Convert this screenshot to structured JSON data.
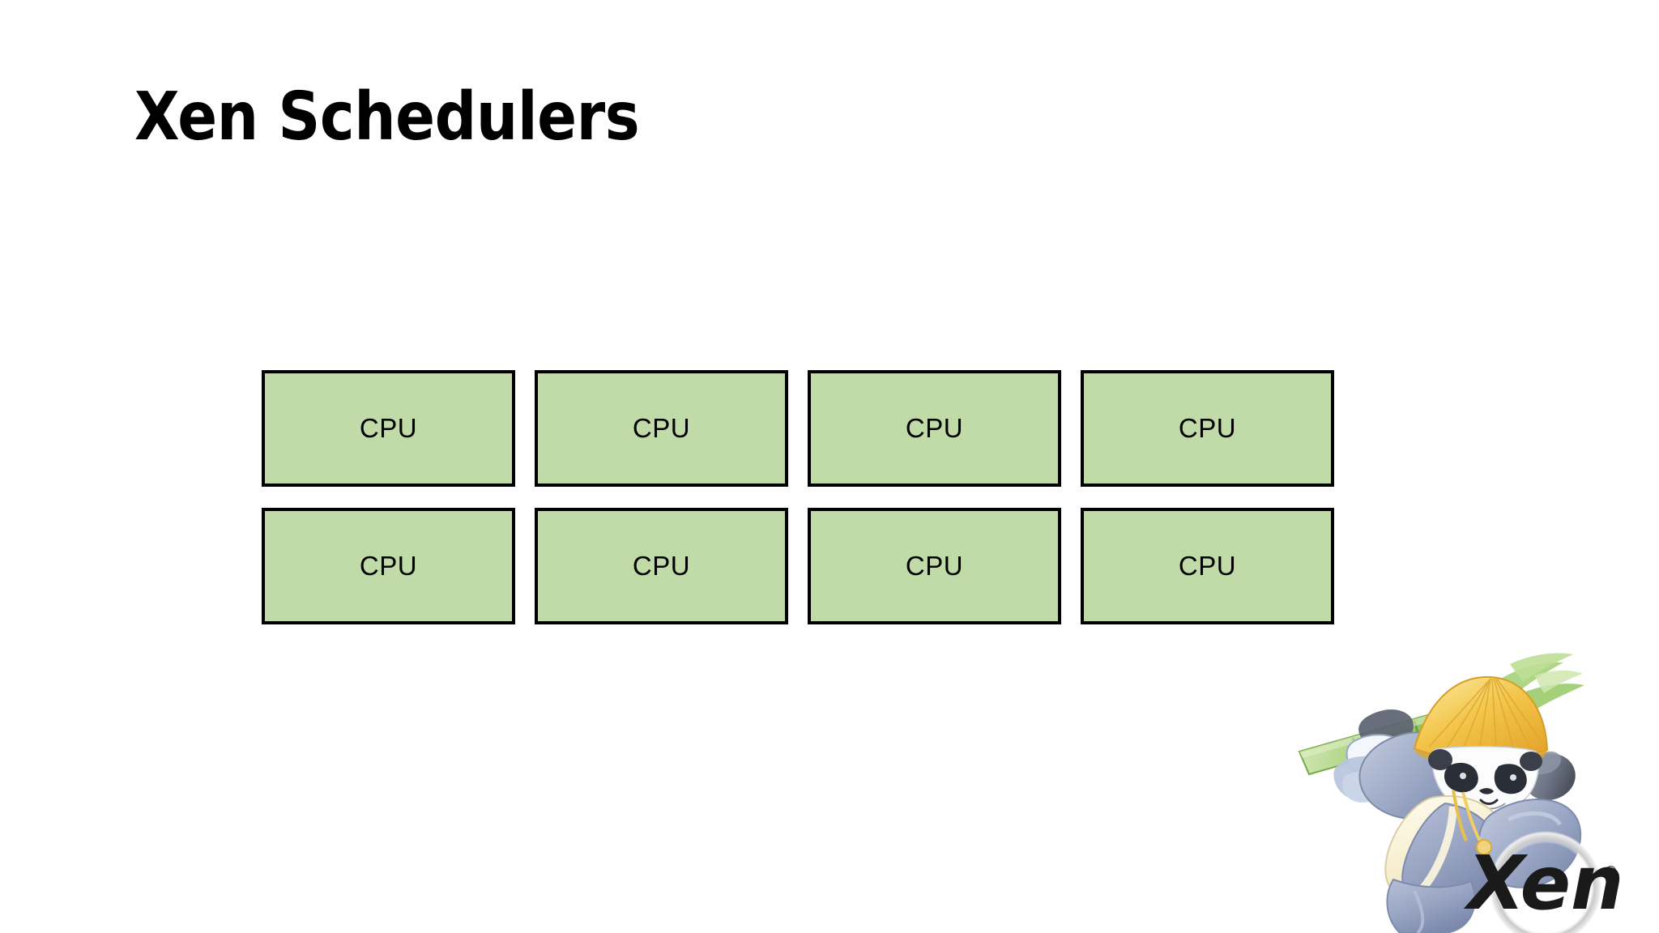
{
  "slide": {
    "title": "Xen Schedulers",
    "background_color": "#ffffff"
  },
  "diagram": {
    "kind": "cpu-grid",
    "columns": 4,
    "rows": 2,
    "box_fill_color": "#c0dba8",
    "box_border_color": "#000000",
    "boxes": [
      {
        "label": "CPU"
      },
      {
        "label": "CPU"
      },
      {
        "label": "CPU"
      },
      {
        "label": "CPU"
      },
      {
        "label": "CPU"
      },
      {
        "label": "CPU"
      },
      {
        "label": "CPU"
      },
      {
        "label": "CPU"
      }
    ]
  },
  "logo": {
    "name": "xen-panda-logo",
    "wordmark": "Xen",
    "trademark": "®",
    "colors": {
      "hat": "#f3c64b",
      "hat_shade": "#e8a92f",
      "bamboo": "#8fc45c",
      "kimono": "#9aa6c4",
      "kimono_shade": "#7e8bad",
      "fur_light": "#fdfdfd",
      "fur_dark": "#3a3f4a",
      "ring": "#b8b8b8",
      "wordmark": "#1a1a1a"
    }
  }
}
